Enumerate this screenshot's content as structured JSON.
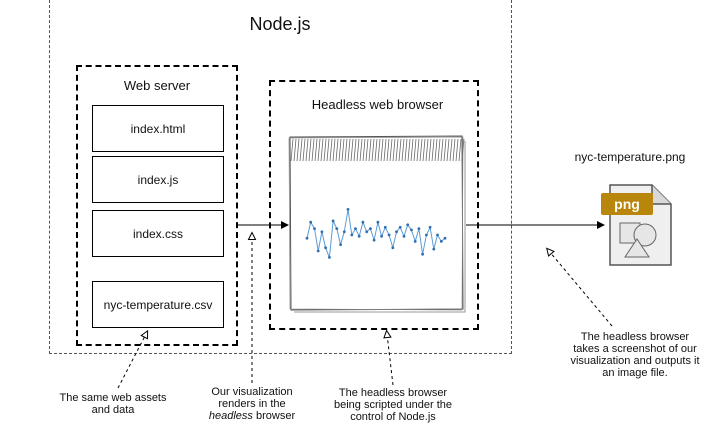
{
  "nodejs": {
    "title": "Node.js"
  },
  "web_server": {
    "title": "Web server",
    "files": [
      "index.html",
      "index.js",
      "index.css",
      "nyc-temperature.csv"
    ]
  },
  "headless_browser": {
    "title": "Headless web browser"
  },
  "output": {
    "file_name": "nyc-temperature.png",
    "icon_badge": "png"
  },
  "annotations": {
    "assets": [
      "The same web assets",
      "and data"
    ],
    "renders": {
      "line1": "Our visualization",
      "line2": "renders in the",
      "line3_em": "headless",
      "line3_rest": " browser"
    },
    "scripted": [
      "The headless browser",
      "being scripted under the",
      "control of Node.js"
    ],
    "screenshot": [
      "The headless browser",
      "takes a screenshot of our",
      "visualization and outputs it",
      "an image file."
    ]
  },
  "temperature_series": [
    0.45,
    0.7,
    0.6,
    0.25,
    0.55,
    0.3,
    0.15,
    0.72,
    0.6,
    0.35,
    0.55,
    0.9,
    0.5,
    0.6,
    0.48,
    0.7,
    0.55,
    0.6,
    0.42,
    0.7,
    0.48,
    0.62,
    0.5,
    0.3,
    0.55,
    0.62,
    0.48,
    0.66,
    0.58,
    0.4,
    0.6,
    0.2,
    0.5,
    0.62,
    0.28,
    0.5,
    0.4,
    0.45
  ]
}
